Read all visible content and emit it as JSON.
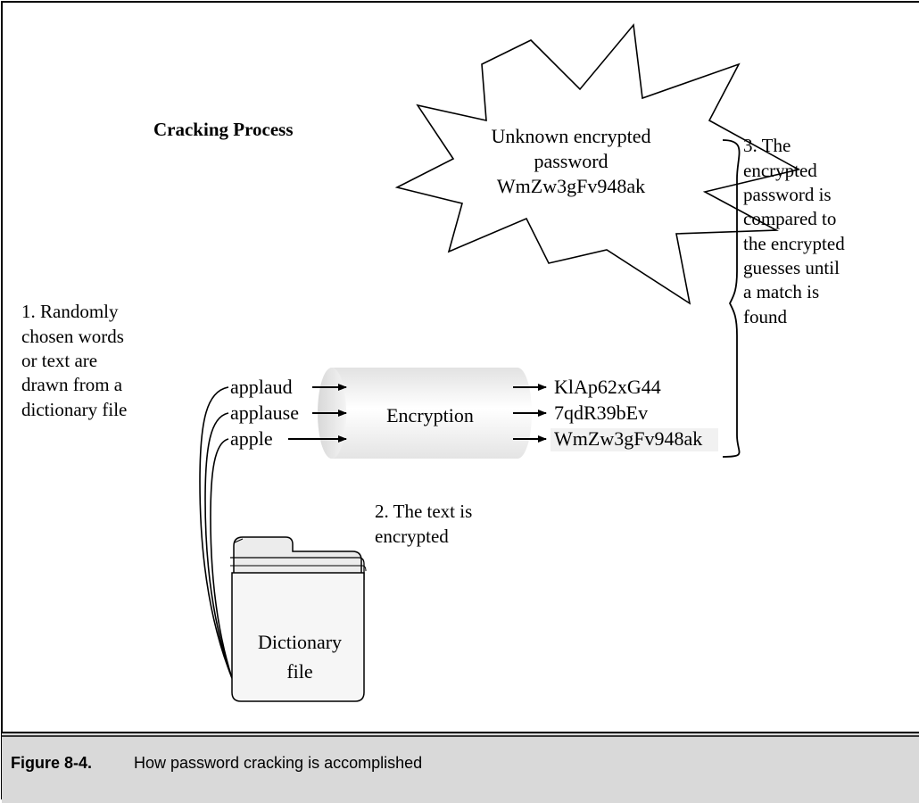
{
  "diagram": {
    "title": "Cracking Process",
    "burst_lines": [
      "Unknown encrypted",
      "password",
      "WmZw3gFv948ak"
    ],
    "step1_lines": [
      "1. Randomly",
      "chosen words",
      "or text are",
      "drawn from a",
      "dictionary file"
    ],
    "words": [
      "applaud",
      "applause",
      "apple"
    ],
    "encryption_label": "Encryption",
    "outputs": [
      "KlAp62xG44",
      "7qdR39bEv",
      "WmZw3gFv948ak"
    ],
    "step2_lines": [
      "2. The text is",
      "encrypted"
    ],
    "step3_lines": [
      "3. The",
      "encrypted",
      "password is",
      "compared to",
      "the encrypted",
      "guesses until",
      "a match is",
      "found"
    ],
    "dictionary_lines": [
      "Dictionary",
      "file"
    ]
  },
  "caption": {
    "label": "Figure 8-4.",
    "text": "How password cracking is accomplished"
  }
}
